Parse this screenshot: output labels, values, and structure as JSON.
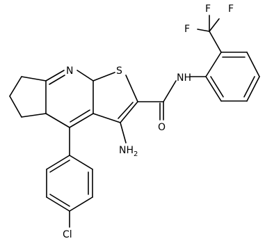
{
  "diagram": {
    "type": "chemical-structure",
    "atoms": {
      "ring_n": "N",
      "thiophene_s": "S",
      "amide_nh": "NH",
      "carbonyl_o": "O",
      "amino": "NH",
      "amino_sub": "2",
      "chloro": "Cl",
      "f_left": "F",
      "f_center": "F",
      "f_right": "F"
    }
  }
}
